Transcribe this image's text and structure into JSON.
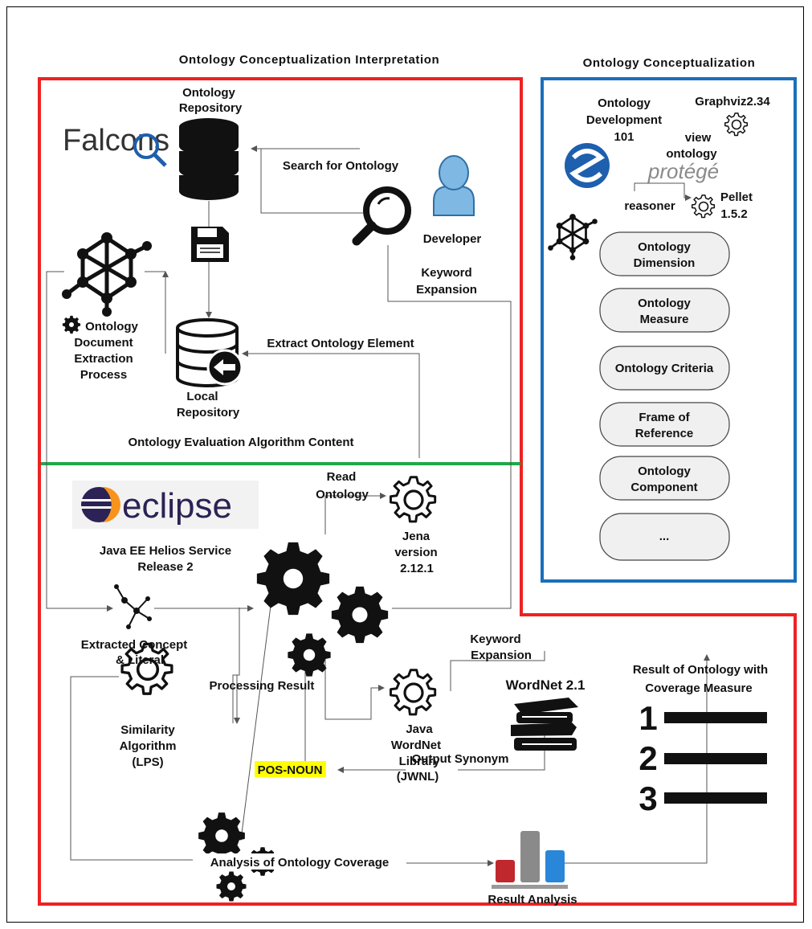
{
  "titles": {
    "left": "Ontology Conceptualization Interpretation",
    "right": "Ontology Conceptualization",
    "evaluation": "Ontology Evaluation Algorithm Content"
  },
  "logos": {
    "falcons": "Falcons",
    "eclipse": "eclipse",
    "protege": "protégé",
    "wordnet": "WordNet 2.1"
  },
  "labels": {
    "repository_1": "Ontology",
    "repository_2": "Repository",
    "search": "Search for Ontology",
    "developer": "Developer",
    "keyword_exp_1": "Keyword",
    "keyword_exp_2": "Expansion",
    "extraction_1": "Ontology",
    "extraction_2": "Document",
    "extraction_3": "Extraction",
    "extraction_4": "Process",
    "local_1": "Local",
    "local_2": "Repository",
    "extract_element": "Extract Ontology Element",
    "read_1": "Read",
    "read_2": "Ontology",
    "jena_1": "Jena",
    "jena_2": "version",
    "jena_3": "2.12.1",
    "java_ee_1": "Java EE Helios Service",
    "java_ee_2": "Release 2",
    "concept_1": "Extracted Concept",
    "concept_2": "& Literal",
    "processing": "Processing Result",
    "keyword2_1": "Keyword",
    "keyword2_2": "Expansion",
    "jwnl_1": "Java",
    "jwnl_2": "WordNet",
    "jwnl_3": "Library",
    "jwnl_4": "(JWNL)",
    "similarity_1": "Similarity",
    "similarity_2": "Algorithm",
    "similarity_3": "(LPS)",
    "pos": "POS-NOUN",
    "synonym": "Output Synonym",
    "coverage": "Analysis of Ontology Coverage",
    "result_analysis": "Result Analysis",
    "result_cov_1": "Result of Ontology with",
    "result_cov_2": "Coverage Measure",
    "rank_1": "1",
    "rank_2": "2",
    "rank_3": "3"
  },
  "right_panel": {
    "dev_1": "Ontology",
    "dev_2": "Development",
    "dev_3": "101",
    "graphviz": "Graphviz2.34",
    "view_1": "view",
    "view_2": "ontology",
    "reasoner": "reasoner",
    "pellet_1": "Pellet",
    "pellet_2": "1.5.2",
    "pills": [
      {
        "l1": "Ontology",
        "l2": "Dimension"
      },
      {
        "l1": "Ontology",
        "l2": "Measure"
      },
      {
        "l1": "Ontology Criteria",
        "l2": ""
      },
      {
        "l1": "Frame of",
        "l2": "Reference"
      },
      {
        "l1": "Ontology",
        "l2": "Component"
      },
      {
        "l1": "...",
        "l2": ""
      }
    ]
  },
  "colors": {
    "red_border": "#ee2222",
    "blue_border": "#1a6fba",
    "green_divider": "#1ea84a",
    "highlight": "#ffff00",
    "bar_red": "#c0282d",
    "bar_gray": "#8a8a8a",
    "bar_blue": "#2a86d8"
  }
}
